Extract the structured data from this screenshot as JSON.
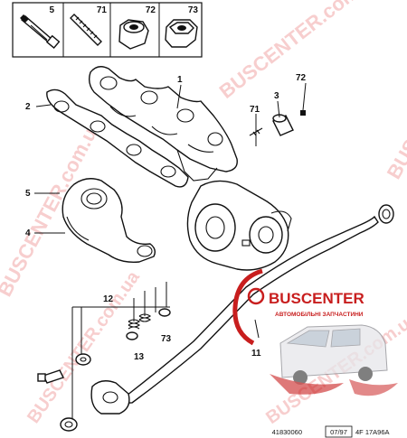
{
  "header_items": [
    {
      "ref": "5"
    },
    {
      "ref": "71"
    },
    {
      "ref": "72"
    },
    {
      "ref": "73"
    }
  ],
  "callouts": {
    "c1": "1",
    "c2": "2",
    "c3": "3",
    "c71": "71",
    "c72": "72",
    "c5": "5",
    "c4": "4",
    "c12": "12",
    "c13": "13",
    "c73": "73",
    "c11": "11"
  },
  "logo": {
    "brand": "BUSCENTER",
    "tagline": "АВТОМОБІЛЬНІ ЗАПЧАСТИНИ"
  },
  "watermark": {
    "text": "BUSCENTER.com.ua"
  },
  "footer": {
    "ref_number": "41830060",
    "date": "07/97",
    "code": "4F 17A96A"
  },
  "colors": {
    "brand_red": "#c81e1e",
    "watermark_pink": "#f2a7a7",
    "line": "#111111"
  }
}
